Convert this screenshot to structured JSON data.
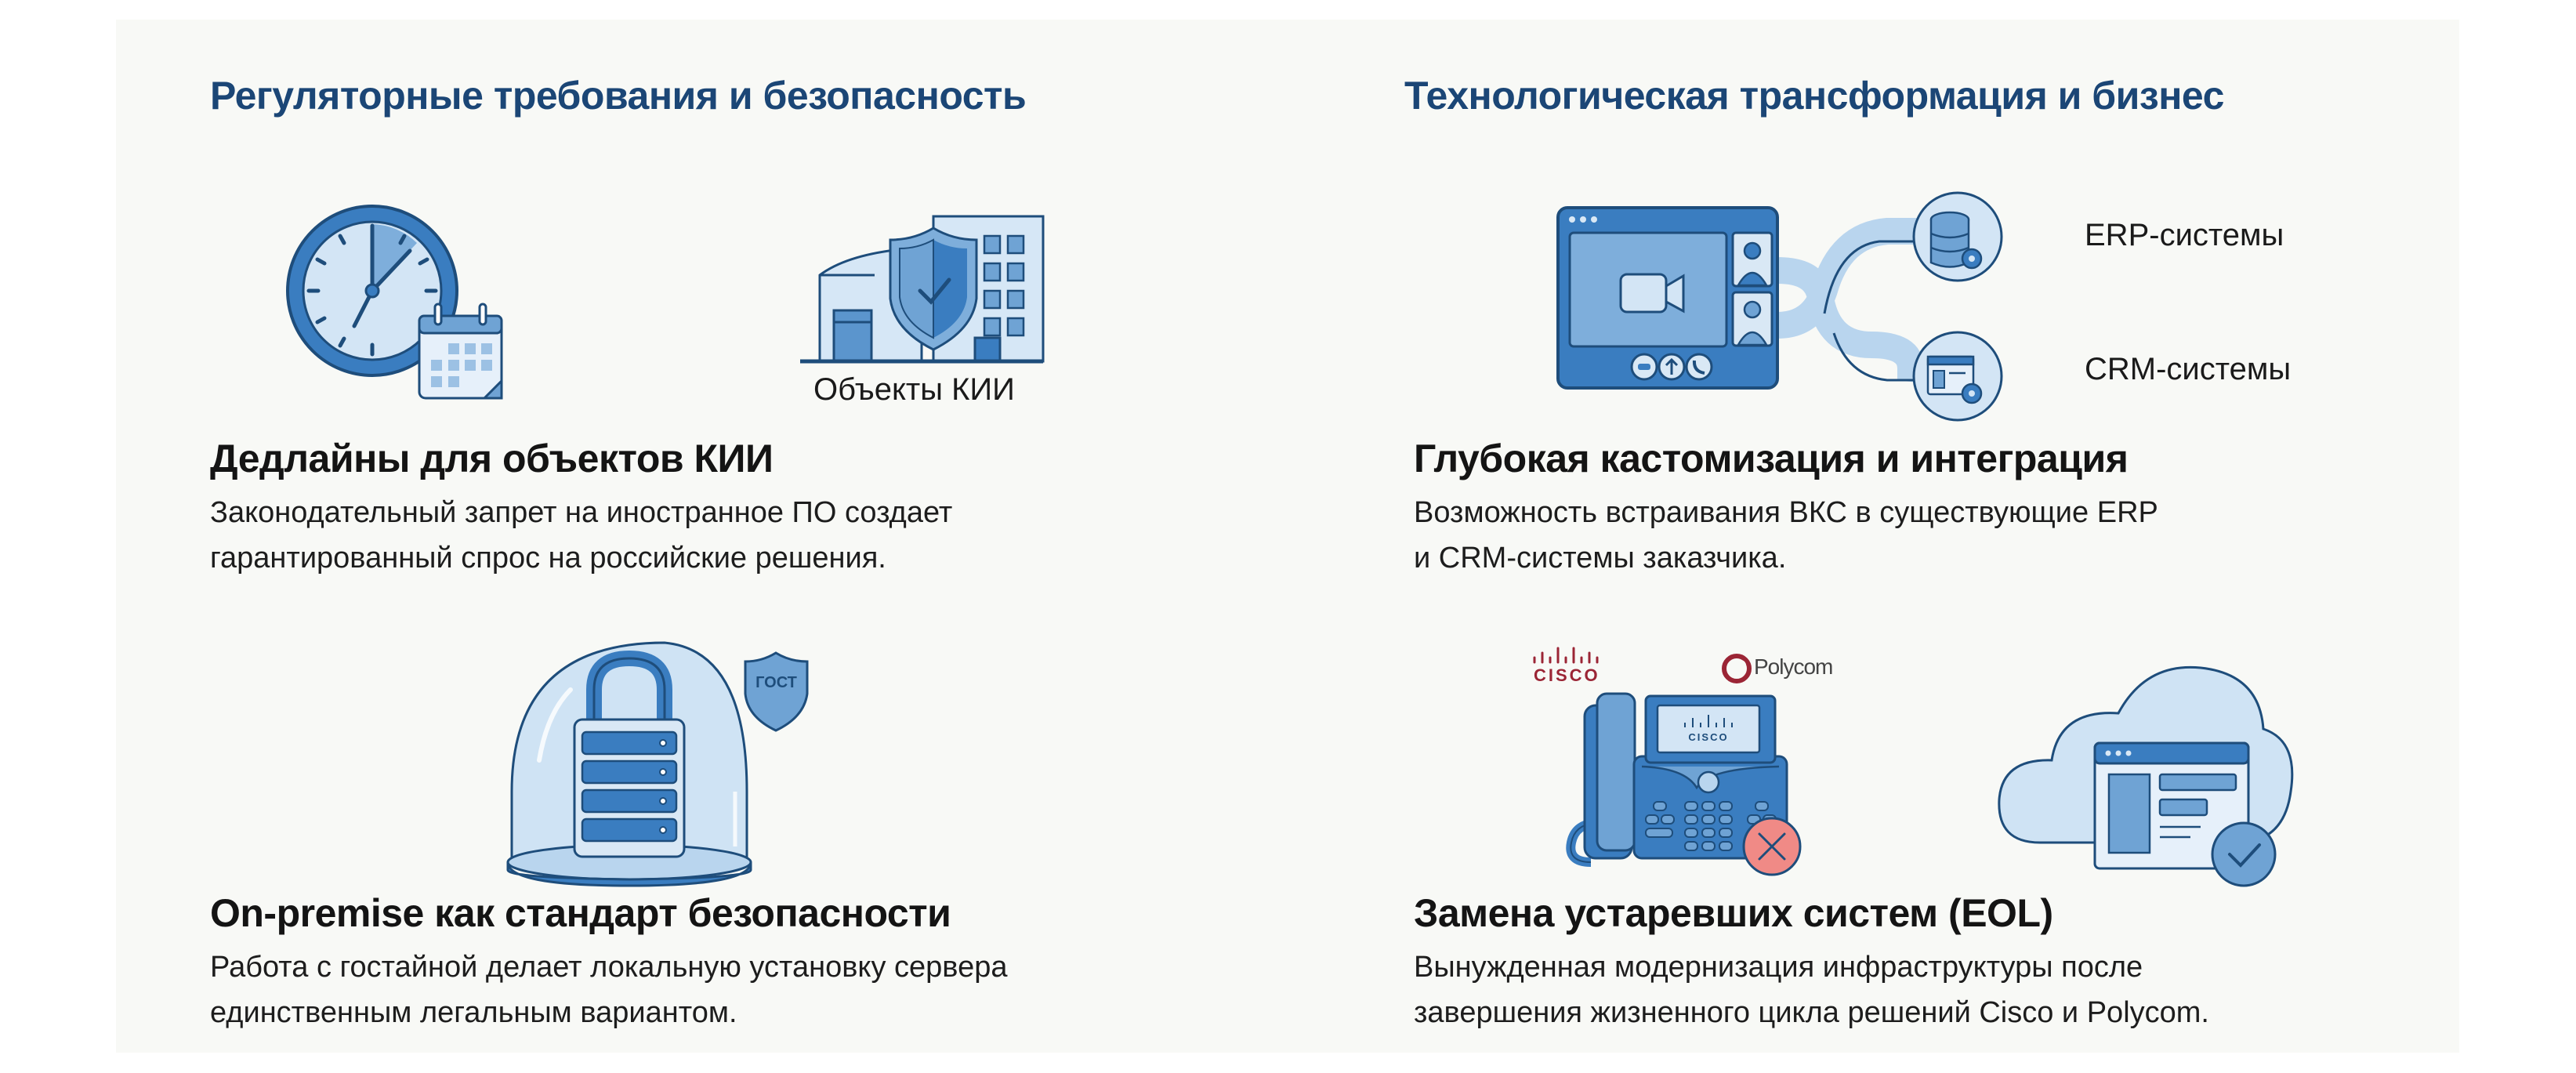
{
  "colors": {
    "page_bg": "#ffffff",
    "card_bg": "#f8f9f6",
    "section_title": "#1b4676",
    "icon_dark": "#1e4d7b",
    "icon_primary": "#3a7dc0",
    "icon_mid": "#6fa3d4",
    "icon_light": "#cfe3f4",
    "error_red": "#f08a86",
    "cisco_red": "#9b2535"
  },
  "left_section": {
    "title": "Регуляторные требования и безопасность",
    "items": [
      {
        "title": "Дедлайны для объектов КИИ",
        "description_lines": [
          "Законодательный запрет на иностранное ПО создает",
          "гарантированный спрос на российские решения."
        ],
        "icons": [
          "clock-calendar-icon",
          "building-shield-icon"
        ],
        "icon_label": "Объекты КИИ"
      },
      {
        "title": "On-premise как стандарт безопасности",
        "description_lines": [
          "Работа с гостайной делает локальную установку сервера",
          "единственным легальным вариантом."
        ],
        "icons": [
          "server-lock-dome-icon",
          "gost-shield-icon"
        ],
        "badge_text": "ГОСТ"
      }
    ]
  },
  "right_section": {
    "title": "Технологическая трансформация и бизнес",
    "items": [
      {
        "title": "Глубокая кастомизация и интеграция",
        "description_lines": [
          "Возможность встраивания ВКС в существующие ERP",
          "и CRM-системы заказчика."
        ],
        "icons": [
          "video-conference-icon",
          "database-gear-icon",
          "crm-window-gear-icon"
        ],
        "connections": [
          {
            "label": "ERP-системы"
          },
          {
            "label": "CRM-системы"
          }
        ]
      },
      {
        "title": "Замена устаревших систем (EOL)",
        "description_lines": [
          "Вынужденная модернизация инфраструктуры после",
          "завершения жизненного цикла решений Cisco и Polycom."
        ],
        "icons": [
          "ip-phone-error-icon",
          "cloud-app-check-icon"
        ],
        "brand_logos": [
          "CISCO",
          "Polycom"
        ],
        "phone_screen_text": "CISCO"
      }
    ]
  }
}
